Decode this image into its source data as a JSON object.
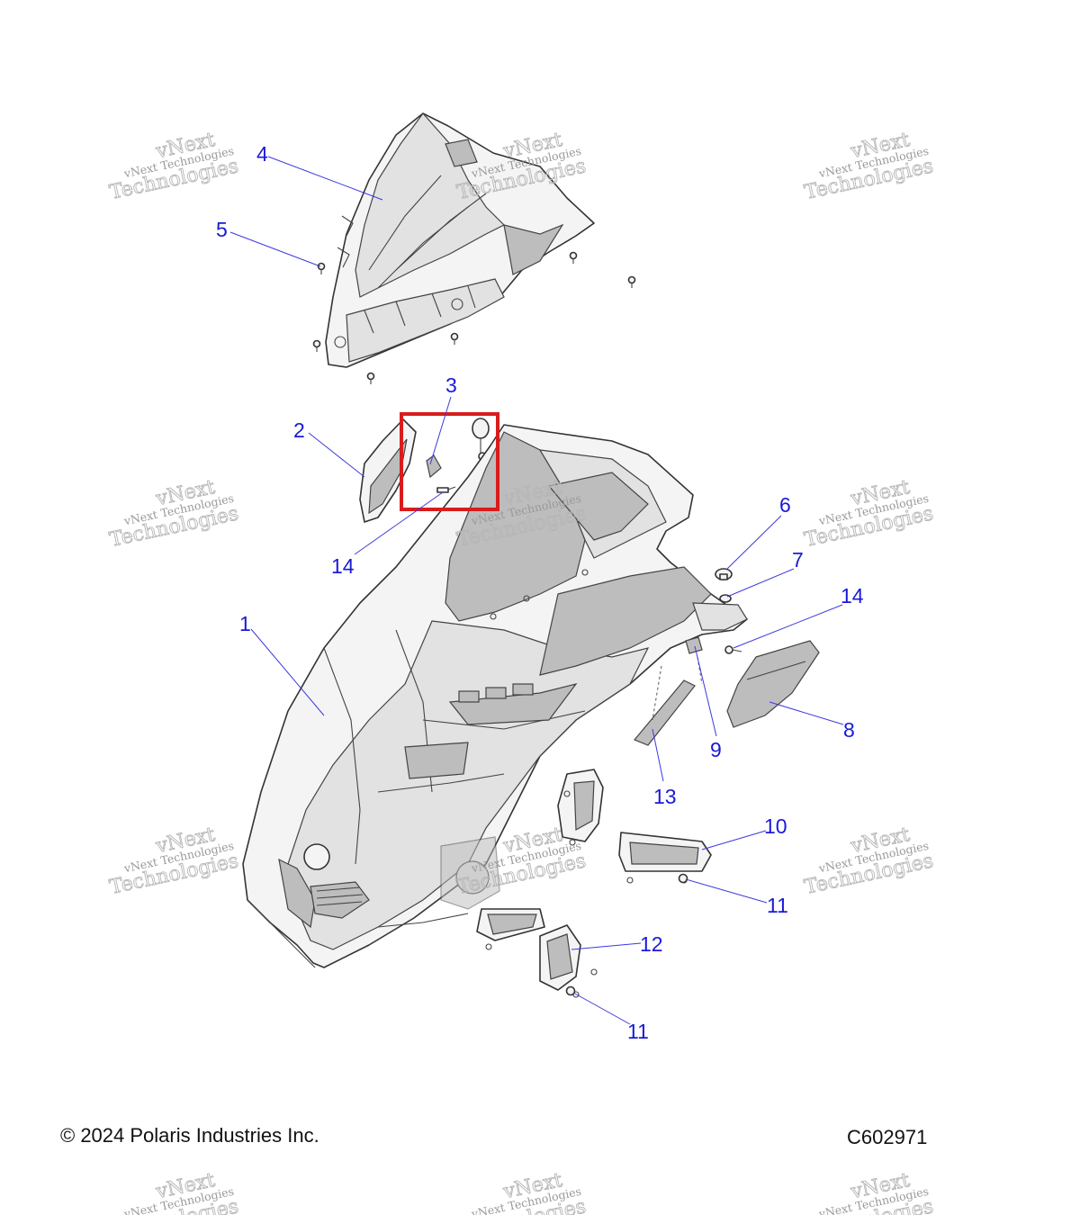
{
  "copyright": "© 2024 Polaris Industries Inc.",
  "diagram_code": "C602971",
  "watermark": {
    "line1": "vNext",
    "line2": "vNext Technologies",
    "line3": "Technologies"
  },
  "callouts": {
    "c1": "1",
    "c2": "2",
    "c3": "3",
    "c4": "4",
    "c5": "5",
    "c6": "6",
    "c7": "7",
    "c8": "8",
    "c9": "9",
    "c10": "10",
    "c11a": "11",
    "c11b": "11",
    "c12": "12",
    "c13": "13",
    "c14a": "14",
    "c14b": "14"
  },
  "colors": {
    "callout": "#1a1ad8",
    "highlight_box": "#d91c1c"
  }
}
